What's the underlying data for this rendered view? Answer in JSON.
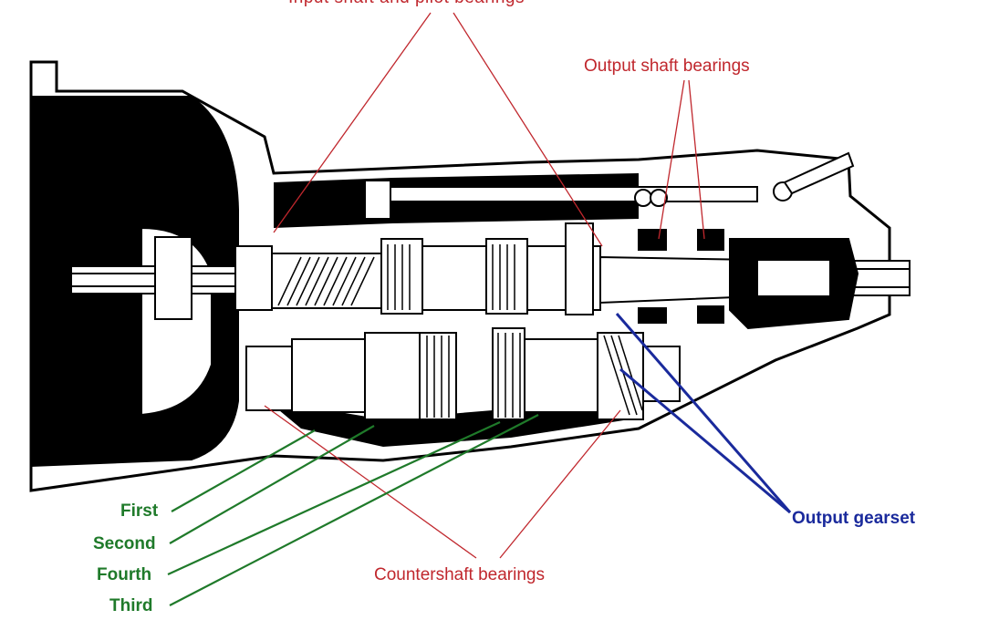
{
  "labels": {
    "top_partial": "Input shaft and pilot bearings",
    "output_shaft_bearings": "Output shaft bearings",
    "countershaft_bearings": "Countershaft bearings",
    "output_gearset": "Output gearset",
    "first": "First",
    "second": "Second",
    "fourth": "Fourth",
    "third": "Third"
  },
  "colors": {
    "red": "#c0272d",
    "green": "#1f7a2a",
    "blue": "#1a2a9c",
    "ink": "#000000",
    "paper": "#ffffff"
  }
}
